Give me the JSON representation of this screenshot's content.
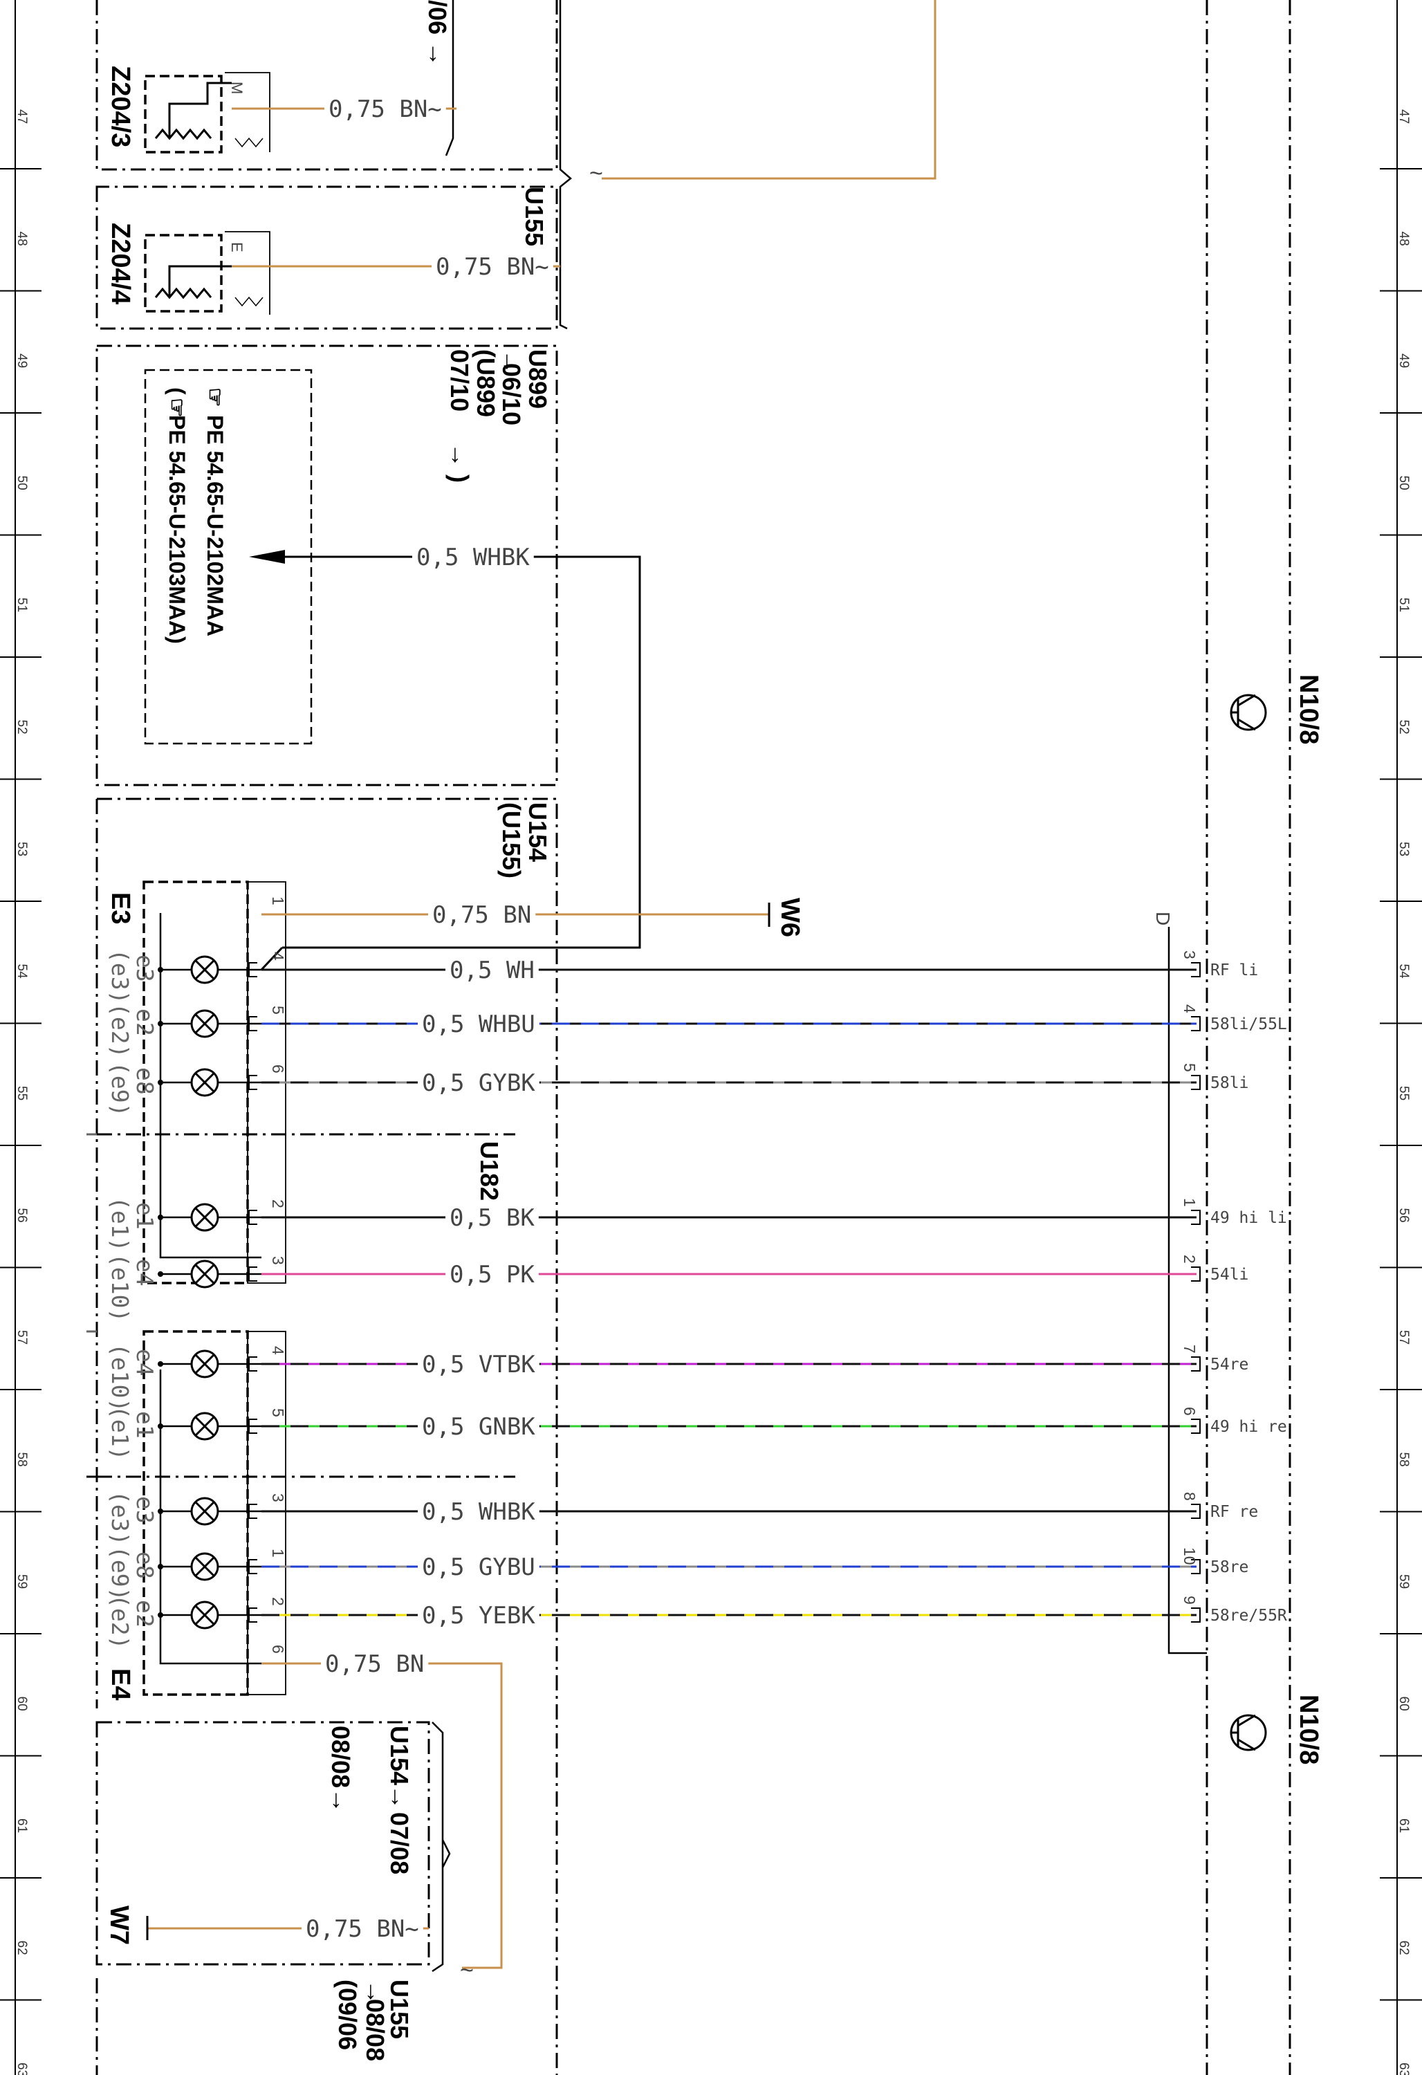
{
  "rows": [
    "47",
    "48",
    "49",
    "50",
    "51",
    "52",
    "53",
    "54",
    "55",
    "56",
    "57",
    "58",
    "59",
    "60",
    "61",
    "62",
    "63"
  ],
  "colors": {
    "BN": "#c8904a",
    "WH": "#111111",
    "BU": "#1f3fd0",
    "GY": "#8a8a8a",
    "BK": "#111111",
    "PK": "#e0489a",
    "VT": "#c020d0",
    "GN": "#30d030",
    "YE": "#f0e000",
    "line": "#000000"
  },
  "modules": {
    "u155_top": "U155",
    "u899": "U899",
    "u899_to": "06/10",
    "u899_paren": "(U899",
    "u899_paren_to": "07/10",
    "u154": "U154",
    "u154_paren": "(U155)",
    "u182": "U182",
    "u154_bottom": "U154",
    "u154_bottom_from": "07/08",
    "u154_bottom_to": "08/08",
    "u155_bottom": "U155",
    "u155_bottom_from": "08/08",
    "u155_bottom_paren": "(09/06",
    "top_cut": "/06"
  },
  "components": {
    "z204_3": "Z204/3",
    "z204_4": "Z204/4",
    "e3": "E3",
    "e4": "E4",
    "w6": "W6",
    "w7": "W7",
    "n10_8_a": "N10/8",
    "n10_8_b": "N10/8",
    "connector_d": "D",
    "z_m": "M",
    "z_e": "E"
  },
  "notes": {
    "pe1": "PE 54.65-U-2102MAA",
    "pe2": "(",
    "pe2b": "PE 54.65-U-2103MAA)"
  },
  "wires": [
    {
      "label": "0,75 BN~",
      "pin": "",
      "end": ""
    },
    {
      "label": "0,75 BN~",
      "pin": "",
      "end": ""
    },
    {
      "label": "0,5 WHBK",
      "pin": "",
      "end": ""
    },
    {
      "label": "0,75 BN",
      "pin": "1",
      "end": ""
    },
    {
      "label": "0,5 WH",
      "pin": "4",
      "end": "3",
      "func": "RF li"
    },
    {
      "label": "0,5 WHBU",
      "pin": "5",
      "end": "4",
      "func": "58li/55L"
    },
    {
      "label": "0,5 GYBK",
      "pin": "6",
      "end": "5",
      "func": "58li"
    },
    {
      "label": "0,5 BK",
      "pin": "2",
      "end": "1",
      "func": "49 hi li"
    },
    {
      "label": "0,5 PK",
      "pin": "3",
      "end": "2",
      "func": "54li"
    },
    {
      "label": "0,5 VTBK",
      "pin": "4",
      "end": "7",
      "func": "54re"
    },
    {
      "label": "0,5 GNBK",
      "pin": "5",
      "end": "6",
      "func": "49 hi re"
    },
    {
      "label": "0,5 WHBK",
      "pin": "3",
      "end": "8",
      "func": "RF re"
    },
    {
      "label": "0,5 GYBU",
      "pin": "1",
      "end": "10",
      "func": "58re"
    },
    {
      "label": "0,5 YEBK",
      "pin": "2",
      "end": "9",
      "func": "58re/55R"
    },
    {
      "label": "0,75 BN",
      "pin": "6",
      "end": ""
    },
    {
      "label": "0,75 BN~",
      "pin": "",
      "end": ""
    }
  ],
  "lamps_e3": [
    {
      "code": "e3",
      "alt": "(e3)"
    },
    {
      "code": "e2",
      "alt": "(e2)"
    },
    {
      "code": "e8",
      "alt": "(e9)"
    },
    {
      "code": "e1",
      "alt": "(e1)"
    },
    {
      "code": "e4",
      "alt": "(e10)"
    }
  ],
  "lamps_e4": [
    {
      "code": "e4",
      "alt": "(e10)"
    },
    {
      "code": "e1",
      "alt": "(e1)"
    },
    {
      "code": "e3",
      "alt": "(e3)"
    },
    {
      "code": "e8",
      "alt": "(e9)"
    },
    {
      "code": "e2",
      "alt": "(e2)"
    }
  ]
}
